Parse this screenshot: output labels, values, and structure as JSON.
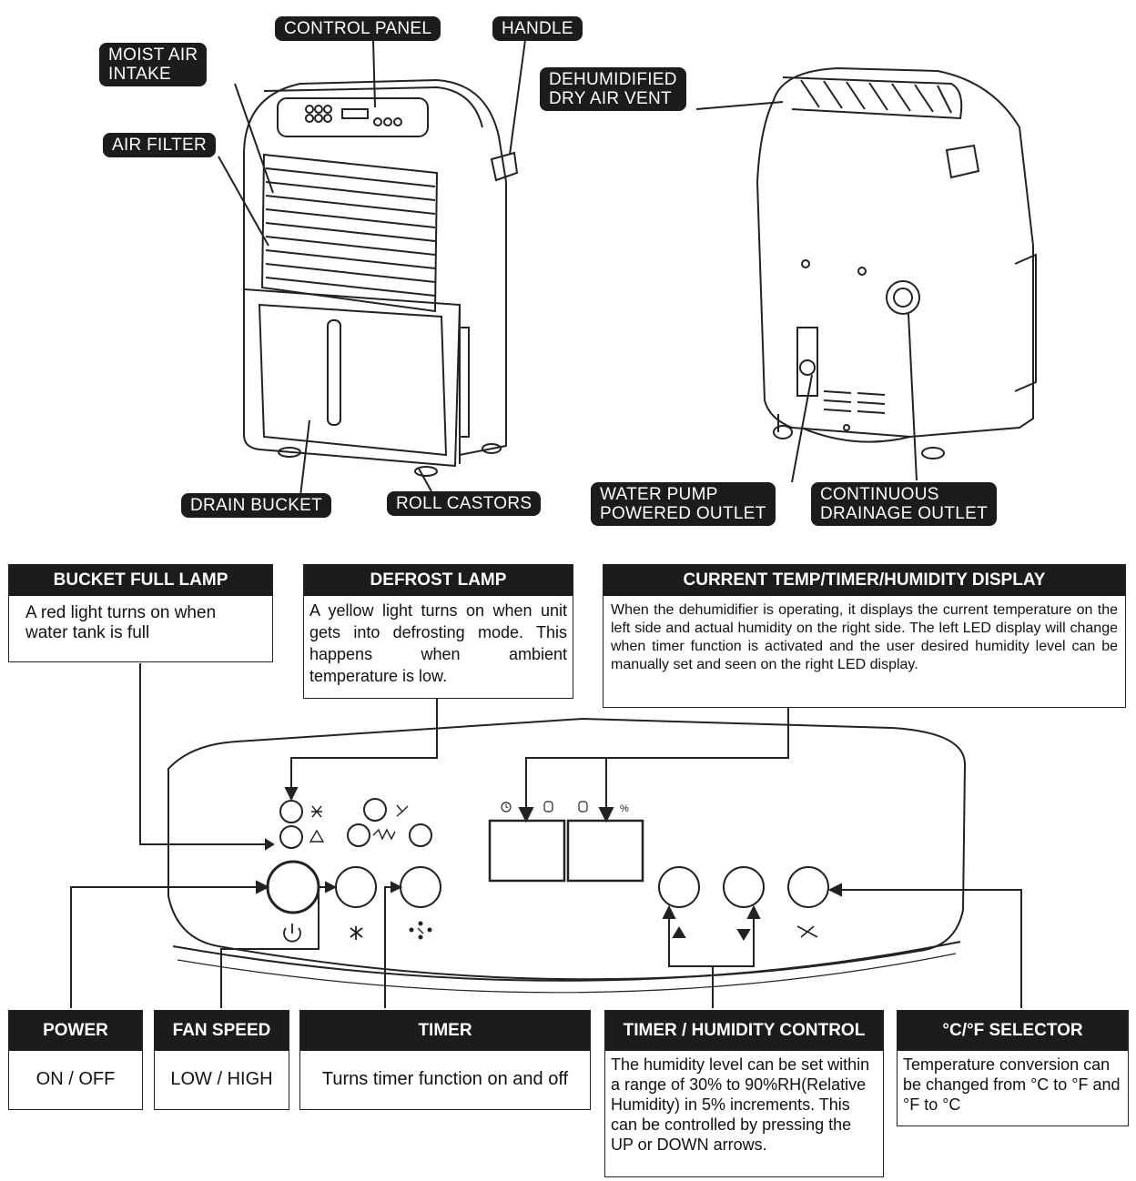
{
  "labels": {
    "control_panel": "CONTROL PANEL",
    "handle": "HANDLE",
    "moist_air_intake": "MOIST AIR\nINTAKE",
    "air_filter": "AIR FILTER",
    "dehumidified_vent": "DEHUMIDIFIED\nDRY AIR VENT",
    "drain_bucket": "DRAIN BUCKET",
    "roll_castors": "ROLL CASTORS",
    "water_pump_outlet": "WATER PUMP\nPOWERED OUTLET",
    "continuous_drainage_outlet": "CONTINUOUS\nDRAINAGE OUTLET"
  },
  "callouts": {
    "bucket_full_lamp": {
      "title": "BUCKET FULL LAMP",
      "text": "A red light turns on when water tank is full"
    },
    "defrost_lamp": {
      "title": "DEFROST LAMP",
      "text": "A yellow light turns on when unit gets into defrosting mode. This happens when ambient temperature is low."
    },
    "display": {
      "title": "CURRENT TEMP/TIMER/HUMIDITY DISPLAY",
      "text": "When the dehumidifier is operating, it displays the current temperature on the left side and actual humidity on the right side. The left LED display will change when timer function is activated and the user desired humidity level can be manually set and seen on the right LED display."
    },
    "power": {
      "title": "POWER",
      "text": "ON / OFF"
    },
    "fan_speed": {
      "title": "FAN SPEED",
      "text": "LOW / HIGH"
    },
    "timer": {
      "title": "TIMER",
      "text": "Turns timer function on and off"
    },
    "timer_humidity": {
      "title": "TIMER / HUMIDITY CONTROL",
      "text": "The humidity level can be set within a range of 30% to 90%RH(Relative Humidity) in 5% increments. This can be controlled by pressing the UP or DOWN arrows."
    },
    "cf_selector": {
      "title": "°C/°F SELECTOR",
      "text": "Temperature conversion can be changed from °C to °F and °F to °C"
    }
  },
  "panel_symbols": {
    "percent_humidity": "%"
  }
}
